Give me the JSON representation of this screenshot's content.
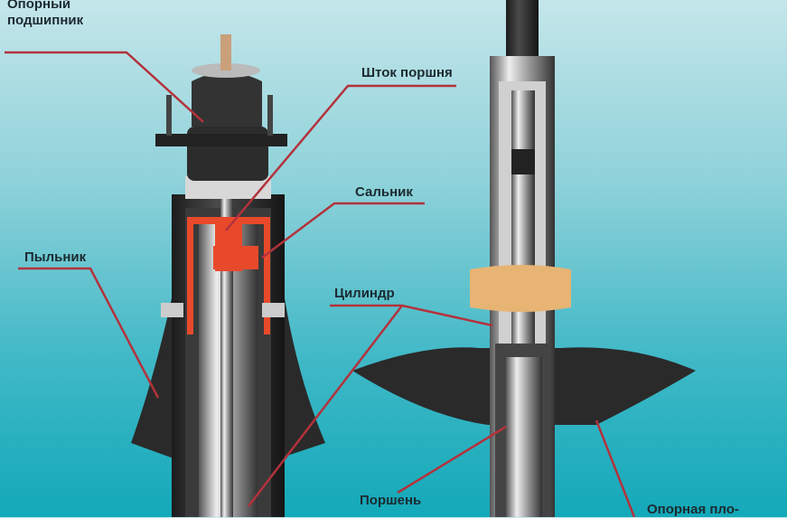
{
  "labels": {
    "bearing_line1": "Опорный",
    "bearing_line2": "подшипник",
    "piston_rod": "Шток поршня",
    "seal": "Сальник",
    "dust_boot": "Пыльник",
    "cylinder": "Цилиндр",
    "piston": "Поршень",
    "support_plate": "Опорная пло-"
  },
  "colors": {
    "leader": "#b3323c",
    "cutaway": "#e8492a"
  }
}
